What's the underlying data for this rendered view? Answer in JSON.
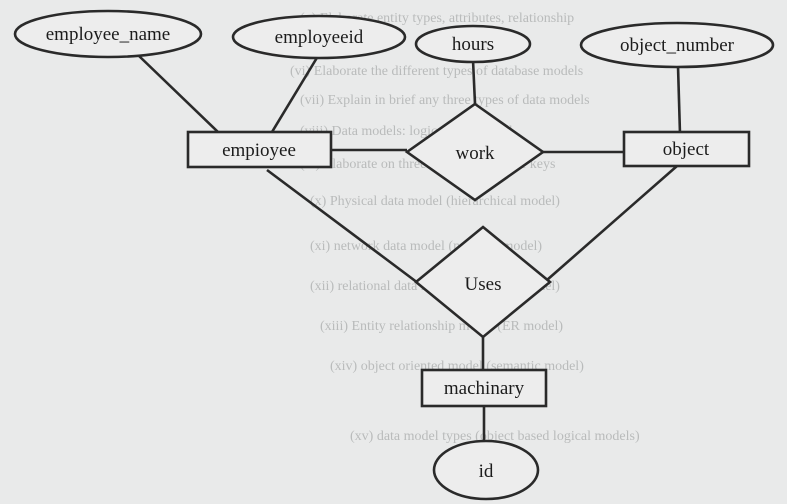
{
  "entities": {
    "employee": "empioyee",
    "object": "object",
    "machinary": "machinary"
  },
  "attributes": {
    "employee_name": "employee_name",
    "employeeid": "employeeid",
    "hours": "hours",
    "object_number": "object_number",
    "id": "id"
  },
  "relationships": {
    "work": "work",
    "uses": "Uses"
  },
  "background_text": [
    "(v) Elaborate entity types, attributes, relationship",
    "(vi) Elaborate the different types of database models",
    "(vii) Explain in brief any three types of data models",
    "(viii) Data models: logical data model",
    "(ix) Elaborate on three types of database keys",
    "(x) Physical data model (hierarchical model)",
    "(xi) network data model (network model)",
    "(xii) relational data model (relational model)",
    "(xiii) Entity relationship model (ER model)",
    "(xiv) object oriented model (semantic model)",
    "(xv) data model types (object based logical models)"
  ]
}
